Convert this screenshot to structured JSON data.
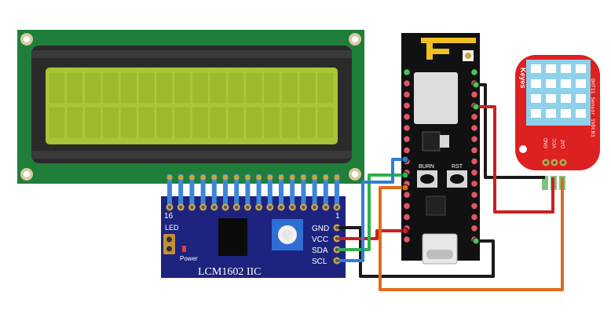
{
  "lcd": {
    "name": "lcd-1602-display"
  },
  "i2c_backpack": {
    "model_label": "LCM1602 IIC",
    "pin_label_16": "16",
    "pin_label_1": "1",
    "led_label": "LED",
    "power_label": "Power",
    "pins": [
      "GND",
      "VCC",
      "SDA",
      "SCL"
    ]
  },
  "mcu_board": {
    "button_left": "BURN",
    "button_right": "RST"
  },
  "sensor": {
    "brand": "Keyes",
    "model": "DHT11 Sensor 1VDC03",
    "pins": [
      "GND",
      "VCC",
      "DAT"
    ]
  },
  "wires": {
    "colors": {
      "black": "#1a1a1a",
      "red": "#cc1f1f",
      "green": "#2db24a",
      "blue": "#2f7fd6",
      "orange": "#e06a1a"
    }
  }
}
